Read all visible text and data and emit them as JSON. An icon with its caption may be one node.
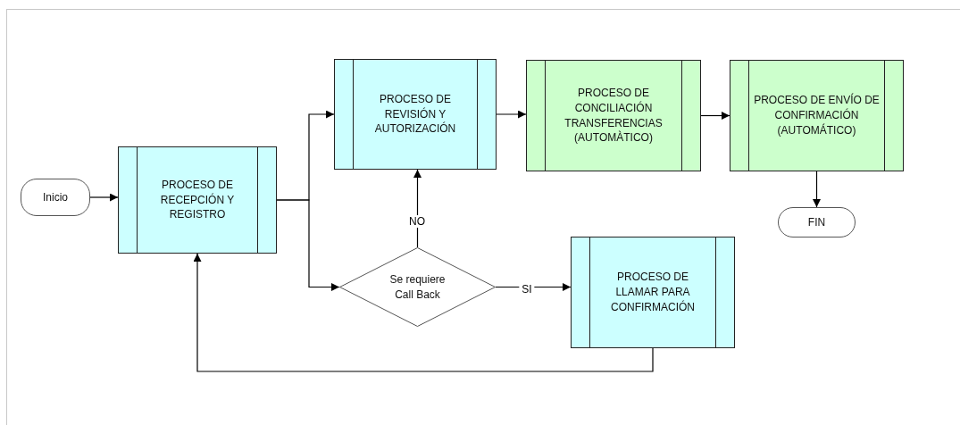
{
  "diagram": {
    "nodes": [
      {
        "text": [
          "Inicio"
        ]
      },
      {
        "text": [
          "PROCESO DE RECEPCIÓN Y REGISTRO"
        ]
      },
      {
        "text": [
          "PROCESO DE REVISIÓN Y AUTORIZACIÓN"
        ]
      },
      {
        "text": [
          "PROCESO DE CONCILIACIÓN TRANSFERENCIAS (AUTOMÀTICO)"
        ]
      },
      {
        "text": [
          "PROCESO DE ENVÍO DE CONFIRMACIÓN (AUTOMÁTICO)"
        ]
      },
      {
        "text": [
          "FIN"
        ]
      },
      {
        "text": [
          "Se requiere Call Back"
        ]
      },
      {
        "text": [
          "PROCESO DE LLAMAR PARA CONFIRMACIÓN"
        ]
      }
    ],
    "edges": [
      {
        "from": 0,
        "to": 1,
        "arrow": "to"
      },
      {
        "from": 1,
        "to": 2,
        "arrow": "to"
      },
      {
        "from": 1,
        "to": 6,
        "arrow": "to"
      },
      {
        "from": 6,
        "to": 2,
        "arrow": "to",
        "label": "NO"
      },
      {
        "from": 6,
        "to": 7,
        "arrow": "to",
        "label": "SI"
      },
      {
        "from": 2,
        "to": 3,
        "arrow": "to"
      },
      {
        "from": 3,
        "to": 4,
        "arrow": "to"
      },
      {
        "from": 4,
        "to": 5,
        "arrow": "to"
      },
      {
        "from": 7,
        "to": 1,
        "arrow": "to"
      }
    ]
  }
}
